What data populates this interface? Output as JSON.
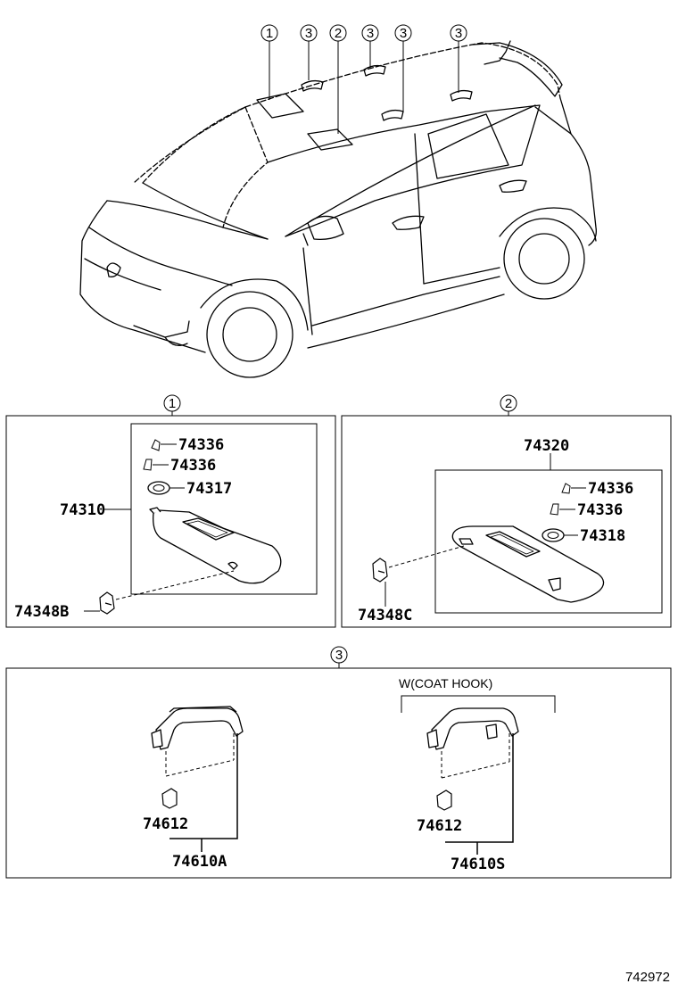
{
  "callouts": {
    "c1": "1",
    "c2": "2",
    "c3": "3"
  },
  "panel1": {
    "header": "1",
    "parts": {
      "clip_a": "74336",
      "clip_b": "74336",
      "holder": "74317",
      "visor": "74310",
      "hook": "74348B"
    }
  },
  "panel2": {
    "header": "2",
    "parts": {
      "visor": "74320",
      "clip_a": "74336",
      "clip_b": "74336",
      "holder": "74318",
      "hook": "74348C"
    }
  },
  "panel3": {
    "header": "3",
    "variant_label": "W(COAT HOOK)",
    "left": {
      "bracket": "74612",
      "assembly": "74610A"
    },
    "right": {
      "bracket": "74612",
      "assembly": "74610S"
    }
  },
  "reference_code": "742972"
}
